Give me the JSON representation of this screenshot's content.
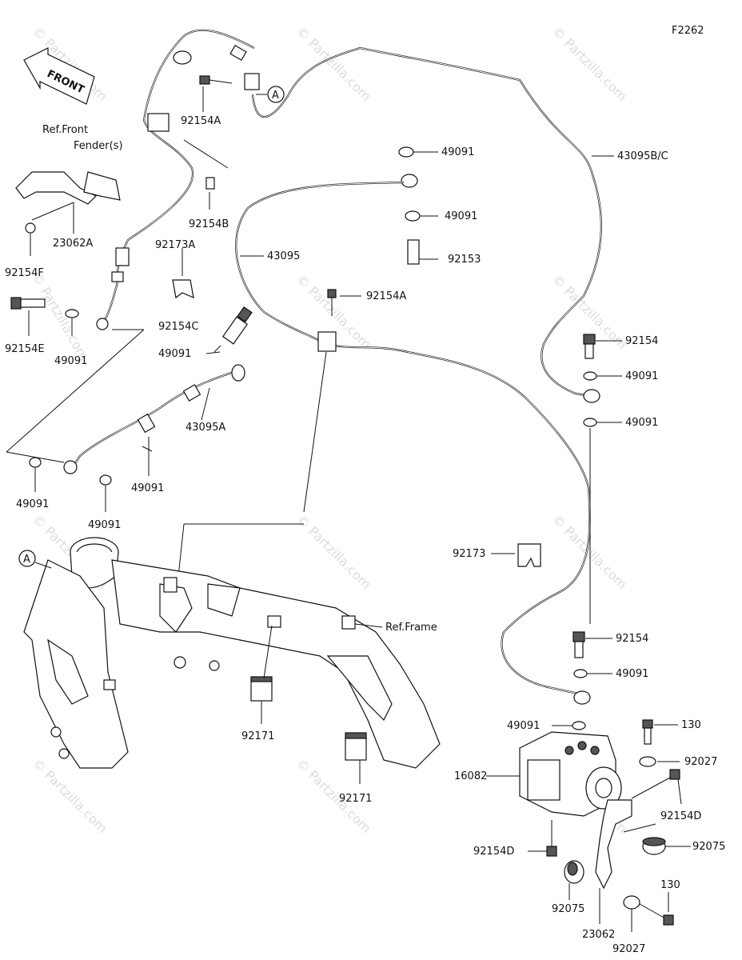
{
  "figure_code": "F2262",
  "front_arrow": "FRONT",
  "watermark": "© Partzilla.com",
  "callouts": {
    "a1": "A",
    "a2": "A"
  },
  "labels": {
    "ref_front_fender": "Ref.Front\nFender(s)",
    "ref_frame": "Ref.Frame",
    "p23062A": "23062A",
    "p92154F": "92154F",
    "p92154E": "92154E",
    "p49091_a": "49091",
    "p92154A_top": "92154A",
    "p92154B": "92154B",
    "p92173A": "92173A",
    "p92154C": "92154C",
    "p49091_b": "49091",
    "p43095A": "43095A",
    "p49091_c": "49091",
    "p49091_d": "49091",
    "p49091_e": "49091",
    "p49091_f": "49091",
    "p49091_g": "49091",
    "p92153": "92153",
    "p43095": "43095",
    "p92154A_mid": "92154A",
    "p43095BC": "43095B/C",
    "p92154_upper": "92154",
    "p49091_h": "49091",
    "p49091_i": "49091",
    "p92173": "92173",
    "p92154_lower": "92154",
    "p49091_j": "49091",
    "p49091_k": "49091",
    "p130_top": "130",
    "p92027_top": "92027",
    "p16082": "16082",
    "p92154D_right": "92154D",
    "p92075_right": "92075",
    "p92154D_left": "92154D",
    "p92075_bottom": "92075",
    "p23062": "23062",
    "p130_bottom": "130",
    "p92027_bottom": "92027",
    "p92171_left": "92171",
    "p92171_right": "92171"
  }
}
